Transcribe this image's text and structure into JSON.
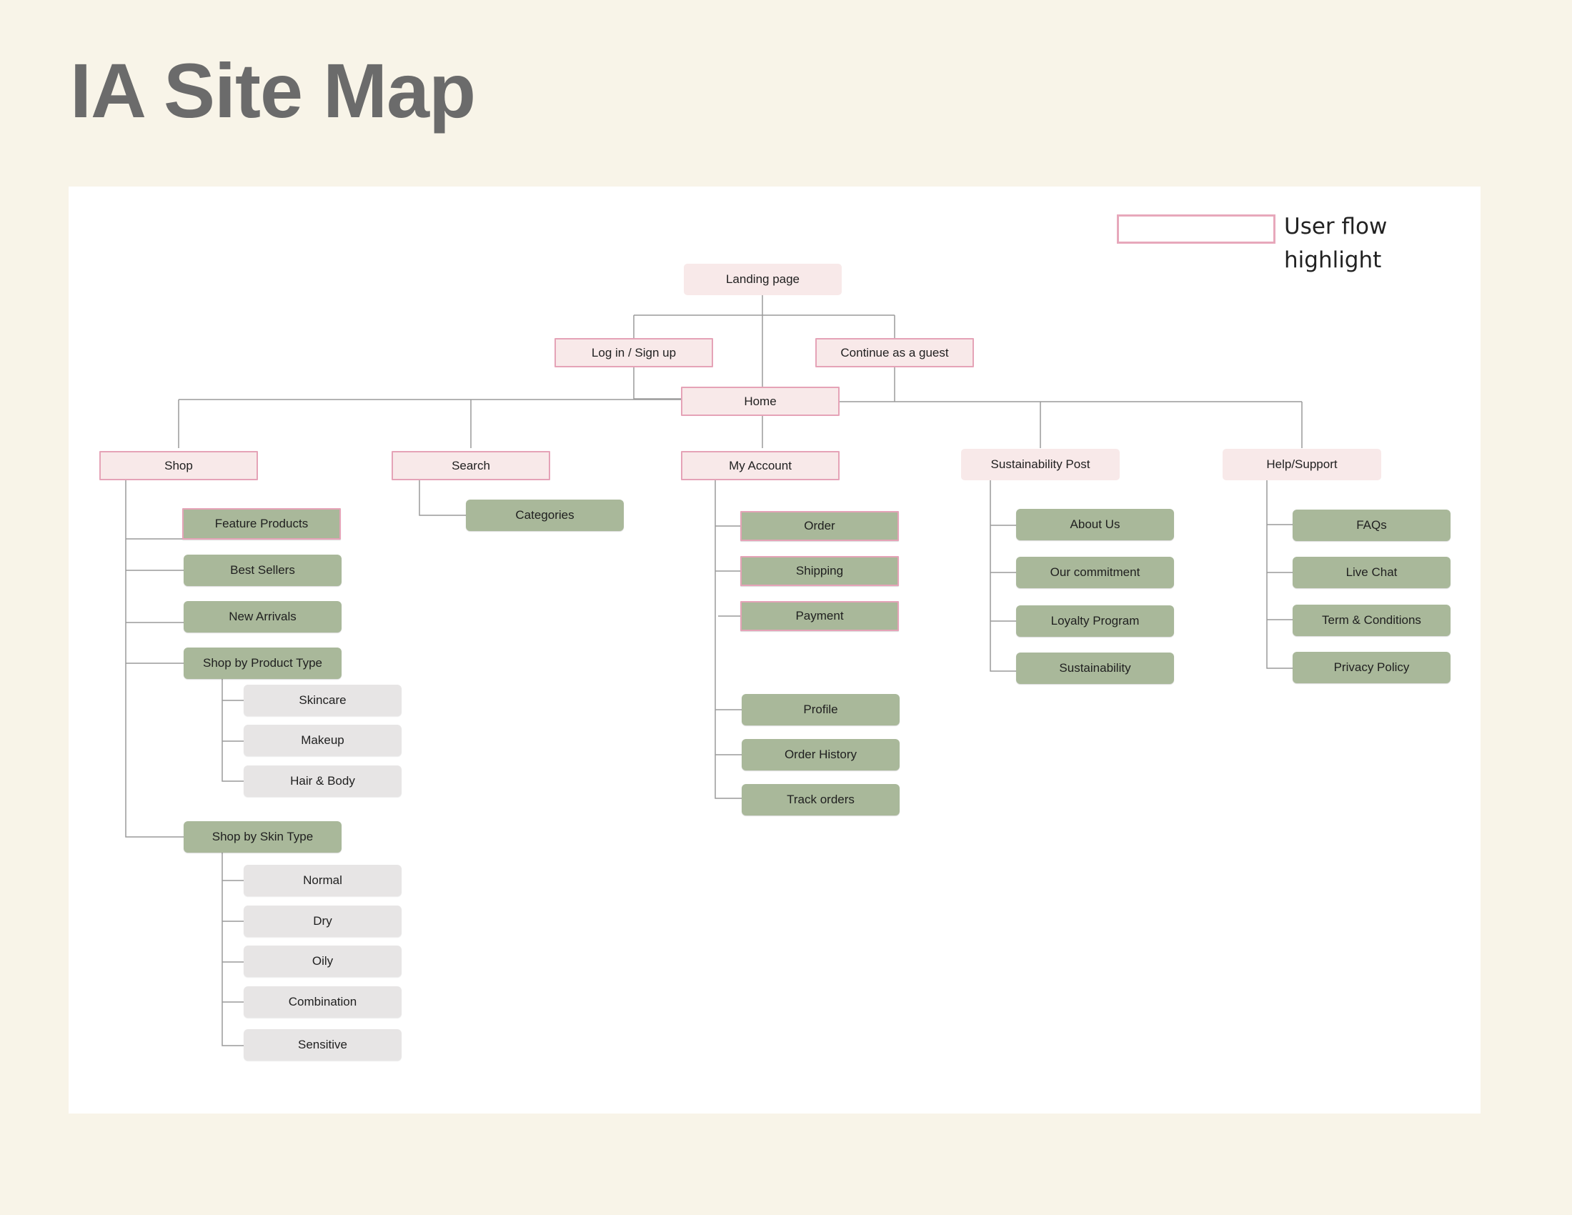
{
  "page": {
    "title": "IA Site Map"
  },
  "legend": {
    "label": "User flow highlight",
    "highlight_color": "#e5a3b7"
  },
  "colors": {
    "background": "#f8f4e8",
    "level1_fill": "#f8e9e9",
    "page_fill": "#a9b89a",
    "subpage_fill": "#e7e5e5",
    "connector": "#9a9a9a",
    "title_text": "#6b6b6b"
  },
  "tree": {
    "landing": "Landing page",
    "auth": {
      "login": "Log in / Sign up",
      "guest": "Continue as a guest"
    },
    "home": "Home",
    "sections": {
      "shop": {
        "label": "Shop",
        "feature_products": "Feature Products",
        "best_sellers": "Best Sellers",
        "new_arrivals": "New Arrivals",
        "product_type": {
          "label": "Shop by Product Type",
          "items": [
            "Skincare",
            "Makeup",
            "Hair & Body"
          ]
        },
        "skin_type": {
          "label": "Shop by Skin Type",
          "items": [
            "Normal",
            "Dry",
            "Oily",
            "Combination",
            "Sensitive"
          ]
        }
      },
      "search": {
        "label": "Search",
        "categories": "Categories"
      },
      "account": {
        "label": "My Account",
        "checkout": [
          "Order",
          "Shipping",
          "Payment"
        ],
        "profile": [
          "Profile",
          "Order History",
          "Track orders"
        ]
      },
      "sustainability": {
        "label": "Sustainability Post",
        "items": [
          "About Us",
          "Our commitment",
          "Loyalty Program",
          "Sustainability"
        ]
      },
      "help": {
        "label": "Help/Support",
        "items": [
          "FAQs",
          "Live Chat",
          "Term & Conditions",
          "Privacy Policy"
        ]
      }
    }
  }
}
